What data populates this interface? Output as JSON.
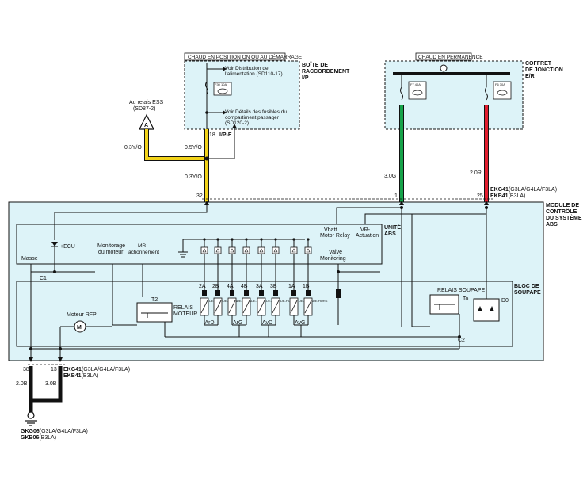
{
  "top": {
    "hot_start_label": "CHAUD EN POSITION ON OU AU DÉMARRAGE",
    "hot_always_label": "CHAUD EN PERMANENCE",
    "ip_box_title_1": "BOÎTE DE",
    "ip_box_title_2": "RACCORDEMENT",
    "ip_box_title_3": "I/P",
    "er_box_title_1": "COFFRET",
    "er_box_title_2": "DE JONCTION",
    "er_box_title_3": "E/R",
    "ref_power_1": "Voir Distribution de",
    "ref_power_2": "l'alimentation (SD110-17)",
    "fuse_f30": "F30 10A",
    "ref_fuse_1": "Voir Détails des fusibles du",
    "ref_fuse_2": "compartiment passager",
    "ref_fuse_3": "(SD120-2)",
    "fuse_f7": "F7 40A",
    "fuse_f6": "F6 30A",
    "relay_ess_1": "Au relais ESS",
    "relay_ess_2": "(SD87-2)",
    "connector_a": "A",
    "pin_18": "18",
    "conn_ipe": "I/P-E",
    "wire_03yo_a": "0.3Y/O",
    "wire_05yo": "0.5Y/O",
    "wire_03yo_b": "0.3Y/O",
    "wire_30g": "3.0G",
    "wire_20r": "2.0R",
    "ekg41_a": "EKG41",
    "ekg41_a_suffix": "(G3LA/G4LA/F3LA)",
    "ekb41_a": "EKB41",
    "ekb41_a_suffix": "(B3LA)",
    "pin_32": "32",
    "pin_1": "1",
    "pin_25": "25"
  },
  "module": {
    "title_1": "MODULE DE",
    "title_2": "CONTRÔLE",
    "title_3": "DU SYSTÈME",
    "title_4": "ABS",
    "abs_unit_1": "UNITÉ",
    "abs_unit_2": "ABS",
    "valve_block_1": "BLOC DE",
    "valve_block_2": "SOUPAPE",
    "vbatt_1": "Vbatt",
    "vbatt_2": "Motor Relay",
    "vr_1": "VR-",
    "vr_2": "Actuation",
    "ecu": "+ECU",
    "masse": "Masse",
    "monitor_1": "Monitorage",
    "monitor_2": "du moteur",
    "mr_1": "MR-",
    "mr_2": "actionnement",
    "valve_mon_1": "Valve",
    "valve_mon_2": "Monitoring",
    "c1": "C1",
    "c2": "C2",
    "t2": "T2",
    "relais_moteur_1": "RELAIS",
    "relais_moteur_2": "MOTEUR",
    "moteur_rfp": "Moteur RFP",
    "motor_m": "M",
    "relais_soupape": "RELAIS SOUPAPE",
    "to": "To",
    "d0": "D0",
    "valve_ids": [
      "2A",
      "2B",
      "4A",
      "4B",
      "3A",
      "3B",
      "1A",
      "1B"
    ],
    "valve_types": [
      "DE-DANS",
      "DE-HORS",
      "DE-DANS",
      "DE-HORS",
      "DE-DANS",
      "DE-HORS",
      "DE-DANS",
      "DE-HORS"
    ],
    "wheel_groups": [
      "ArD",
      "ArG",
      "AvD",
      "AvG"
    ]
  },
  "bottom": {
    "pin_38": "38",
    "pin_13": "13",
    "ekg41_b": "EKG41",
    "ekg41_b_suffix": "(G3LA/G4LA/F3LA)",
    "ekb41_b": "EKB41",
    "ekb41_b_suffix": "(B3LA)",
    "wire_20b": "2.0B",
    "wire_30b": "3.0B",
    "gkg06": "GKG06",
    "gkg06_suffix": "(G3LA/G4LA/F3LA)",
    "gkb06": "GKB06",
    "gkb06_suffix": "(B3LA)"
  },
  "colors": {
    "yellow_wire": "#F2D31A",
    "green_wire": "#16A34A",
    "red_wire": "#E11D2E",
    "box_fill": "#DDF3F8",
    "line": "#111111"
  }
}
